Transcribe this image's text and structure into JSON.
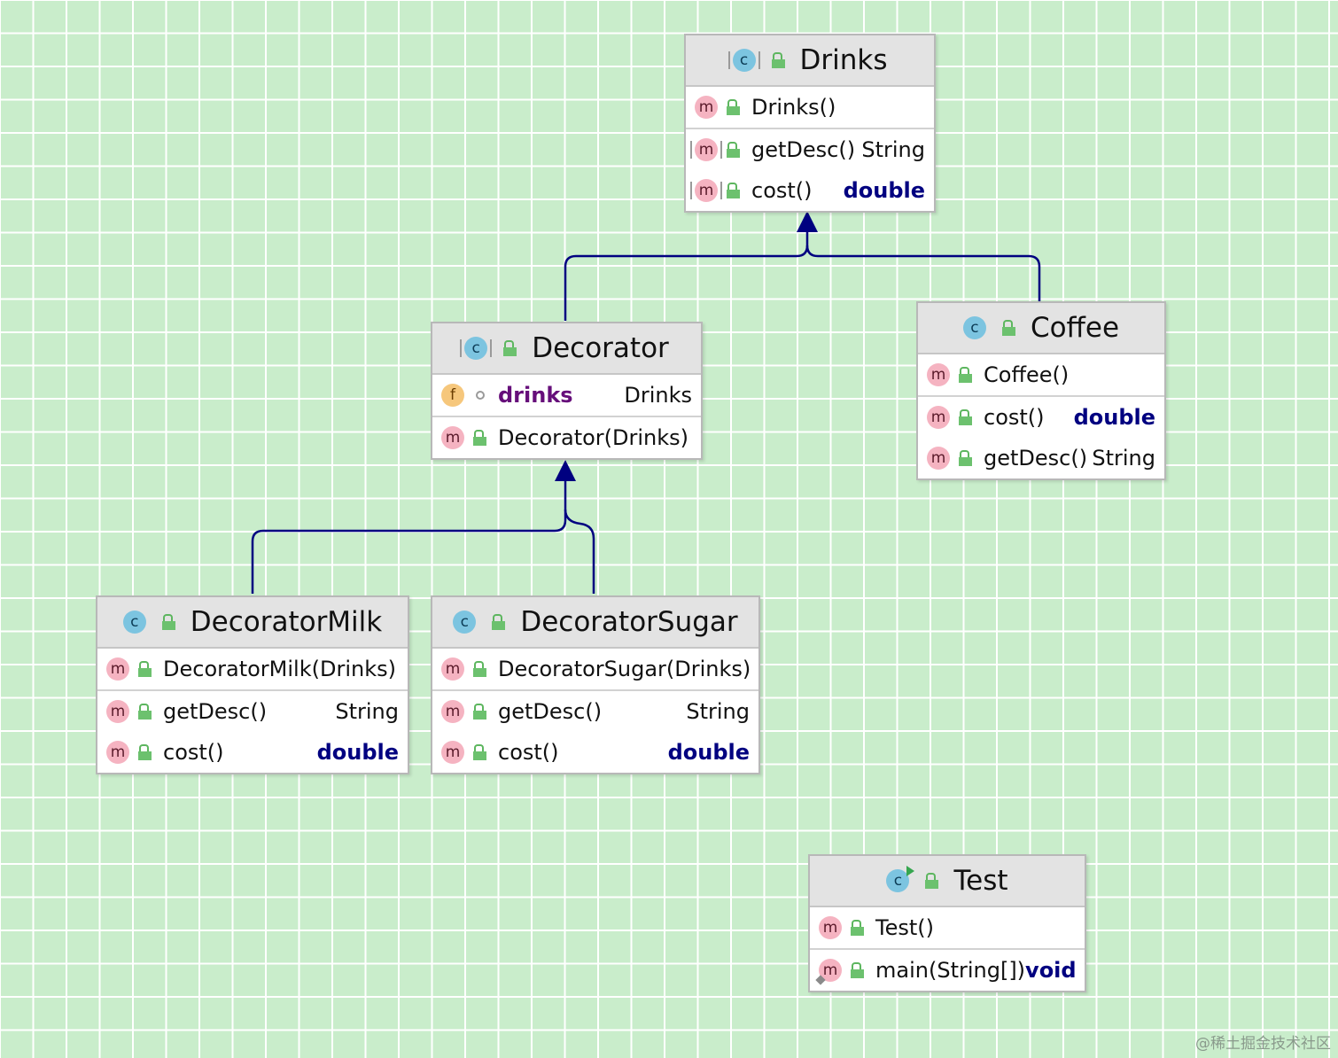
{
  "colors": {
    "background": "#c9edcb",
    "grid": "#ffffff",
    "edge": "#000080",
    "header": "#e3e3e3"
  },
  "classes": {
    "drinks": {
      "title": "Drinks",
      "icon": "abstract-class-icon",
      "sections": [
        [
          {
            "name": "Drinks()",
            "type": ""
          }
        ],
        [
          {
            "name": "getDesc()",
            "type": "String",
            "abstract": true
          },
          {
            "name": "cost()",
            "type": "double",
            "abstract": true
          }
        ]
      ]
    },
    "decorator": {
      "title": "Decorator",
      "icon": "abstract-class-icon",
      "sections": [
        [
          {
            "kind": "field",
            "name": "drinks",
            "type": "Drinks"
          }
        ],
        [
          {
            "name": "Decorator(Drinks)",
            "type": ""
          }
        ]
      ]
    },
    "coffee": {
      "title": "Coffee",
      "icon": "class-icon",
      "sections": [
        [
          {
            "name": "Coffee()",
            "type": ""
          }
        ],
        [
          {
            "name": "cost()",
            "type": "double"
          },
          {
            "name": "getDesc()",
            "type": "String"
          }
        ]
      ]
    },
    "decorator_milk": {
      "title": "DecoratorMilk",
      "icon": "class-icon",
      "sections": [
        [
          {
            "name": "DecoratorMilk(Drinks)",
            "type": ""
          }
        ],
        [
          {
            "name": "getDesc()",
            "type": "String"
          },
          {
            "name": "cost()",
            "type": "double"
          }
        ]
      ]
    },
    "decorator_sugar": {
      "title": "DecoratorSugar",
      "icon": "class-icon",
      "sections": [
        [
          {
            "name": "DecoratorSugar(Drinks)",
            "type": ""
          }
        ],
        [
          {
            "name": "getDesc()",
            "type": "String"
          },
          {
            "name": "cost()",
            "type": "double"
          }
        ]
      ]
    },
    "test": {
      "title": "Test",
      "icon": "runnable-class-icon",
      "sections": [
        [
          {
            "name": "Test()",
            "type": ""
          }
        ],
        [
          {
            "name": "main(String[])",
            "type": "void",
            "static": true
          }
        ]
      ]
    }
  },
  "relations": [
    {
      "from": "decorator",
      "to": "drinks",
      "kind": "extends"
    },
    {
      "from": "coffee",
      "to": "drinks",
      "kind": "extends"
    },
    {
      "from": "decorator_milk",
      "to": "decorator",
      "kind": "extends"
    },
    {
      "from": "decorator_sugar",
      "to": "decorator",
      "kind": "extends"
    }
  ],
  "watermark": "@稀土掘金技术社区"
}
